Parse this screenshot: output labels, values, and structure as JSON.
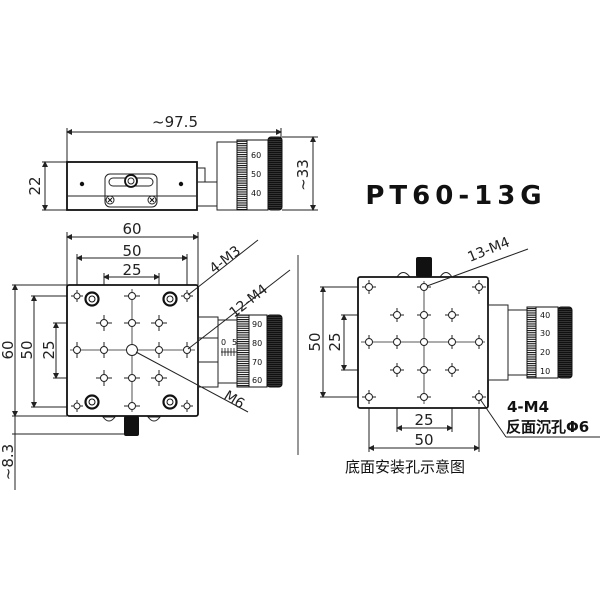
{
  "title": "PT60-13G",
  "top_view": {
    "length_dim": "~97.5",
    "height_dim": "22",
    "micrometer_height_dim": "~33",
    "scale_labels": [
      "60",
      "50",
      "40"
    ]
  },
  "front_view": {
    "width_dim": "60",
    "width_inner_dim": "50",
    "width_grid_dim": "25",
    "height_dim": "60",
    "height_inner_dim": "50",
    "height_grid_dim": "25",
    "offset_dim": "~8.3",
    "callouts": {
      "corner_holes": "4-M3",
      "grid_holes": "12-M4",
      "center_hole": "M6"
    },
    "sleeve_labels": [
      "0",
      "5"
    ],
    "scale_labels": [
      "90",
      "80",
      "70",
      "60"
    ]
  },
  "bottom_view": {
    "height_dim": "50",
    "height_grid_dim": "25",
    "width_grid_dim": "25",
    "width_dim": "50",
    "callouts": {
      "threaded_holes": "13-M4",
      "counterbore_thread": "4-M4",
      "counterbore_note": "反面沉孔Φ6"
    },
    "scale_labels": [
      "40",
      "30",
      "20",
      "10"
    ],
    "caption": "底面安装孔示意图"
  }
}
